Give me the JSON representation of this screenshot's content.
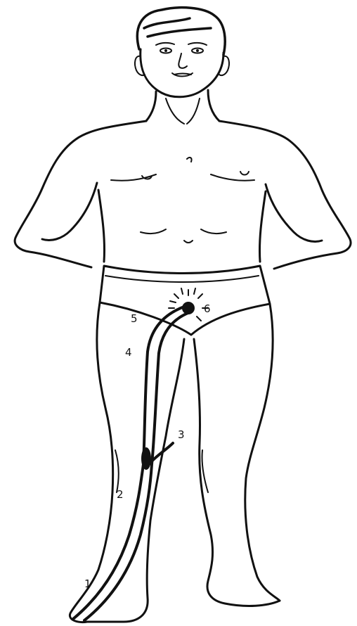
{
  "labels": {
    "point_1": "1",
    "point_2": "2",
    "point_3": "3",
    "point_4": "4",
    "point_5": "5",
    "point_6": "6"
  },
  "icons": {
    "figure": "standing-man-outline",
    "pathway": "channel-path-lines",
    "focus": "radiating-burst"
  },
  "colors": {
    "ink": "#111111",
    "paper": "#ffffff"
  }
}
